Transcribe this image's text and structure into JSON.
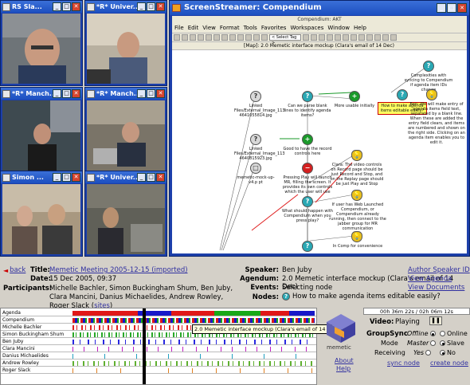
{
  "videos": [
    {
      "title": "RS Sla...",
      "bg": "#5a6068"
    },
    {
      "title": "*R* Univer...",
      "bg": "#8a8478"
    },
    {
      "title": "*R* Manch...",
      "bg": "#4a5058"
    },
    {
      "title": "*R* Manch...",
      "bg": "#6a6660"
    },
    {
      "title": "Simon ...",
      "bg": "#8a7a68"
    },
    {
      "title": "*R* Univer...",
      "bg": "#5a5850"
    }
  ],
  "compendium": {
    "title": "ScreenStreamer: Compendium",
    "app_label": "Compendium: AKT",
    "menu": [
      "File",
      "Edit",
      "View",
      "Format",
      "Tools",
      "Favorites",
      "Workspaces",
      "Window",
      "Help"
    ],
    "select_tag": "< Select Tag >",
    "map_title": "[Map]: 2.0 Memetic interface mockup (Clara's email of 14 Dec)",
    "nodes": {
      "complexities": "Complexities with syncing to Compendium if agenda item IDs change",
      "linked1": "Linked Files/External_Image_113 4641055814.jpg",
      "can_we_parse": "Can we parse blank lines to identify agenda items?",
      "more_usable": "More usable initially",
      "how_to_make": "How to make agenda items editable easily?",
      "ben_will": "Ben: We will make entry of agenda items field text, separated by a blank line. When these are added the entry field clears, and items are numbered and shown on the right side. Clicking on an agenda item enables you to edit it.",
      "linked2": "Linked Files/External_Image_113 4640815923.jpg",
      "good_to_have": "Good to have the record controls here",
      "memetic_mock": "memetic-mock-up-v4.p pt",
      "pressing_play": "Pressing Play will launch MR, filling the screen. It provides its own controls which the user will use",
      "clara": "Clara: The video controls on Record page should be just Record and Stop, and on the Replay page should be just Play and Stop",
      "what_should": "What should happen with Compendium when you press play?",
      "if_user": "If user has Web Launched Compendium, or Compendium already running, then connect to the jabber group for MR communication",
      "in_comp": "In Comp for convenience"
    }
  },
  "meeting": {
    "back": "back",
    "title_label": "Title:",
    "title": "Memetic Meeting 2005-12-15 (imported)",
    "date_label": "Date:",
    "date": "15 Dec 2005, 09:37",
    "participants_label": "Participants:",
    "participants": "Michelle Bachler, Simon Buckingham Shum, Ben Juby, Clara Mancini, Danius Michaelides, Andrew Rowley, Roger Slack",
    "sites": "sites",
    "speaker_label": "Speaker:",
    "speaker": "Ben Juby",
    "agendum_label": "Agendum:",
    "agendum": "2.0 Memetic interface mockup (Clara's email of 14 Dec)",
    "events_label": "Events:",
    "events": "Selecting node",
    "nodes_label": "Nodes:",
    "node": "How to make agenda items editable easily?",
    "author_speaker": "Author Speaker ID",
    "view_agenda": "View Agenda",
    "view_documents": "View Documents"
  },
  "timeline": {
    "rows": [
      "Agenda",
      "Compendium",
      "Michelle Bachler",
      "Simon Buckingham Shum",
      "Ben Juby",
      "Clara Mancini",
      "Danius Michaelides",
      "Andrew Rowley",
      "Roger Slack"
    ],
    "tooltip": "2.0 Memetic interface mockup (Clara's email of 14 Dec)"
  },
  "controls": {
    "time": "00h 36m 22s / 02h 06m 12s",
    "logo": "memetic",
    "about": "About",
    "help": "Help",
    "video_label": "Video:",
    "video_state": "Playing",
    "groupsync_label": "GroupSync",
    "offline": "Offline",
    "online": "Online",
    "mode_label": "Mode",
    "master": "Master",
    "slave": "Slave",
    "receiving_label": "Receiving",
    "yes": "Yes",
    "no": "No",
    "sync_node": "sync node",
    "create_node": "create node"
  }
}
